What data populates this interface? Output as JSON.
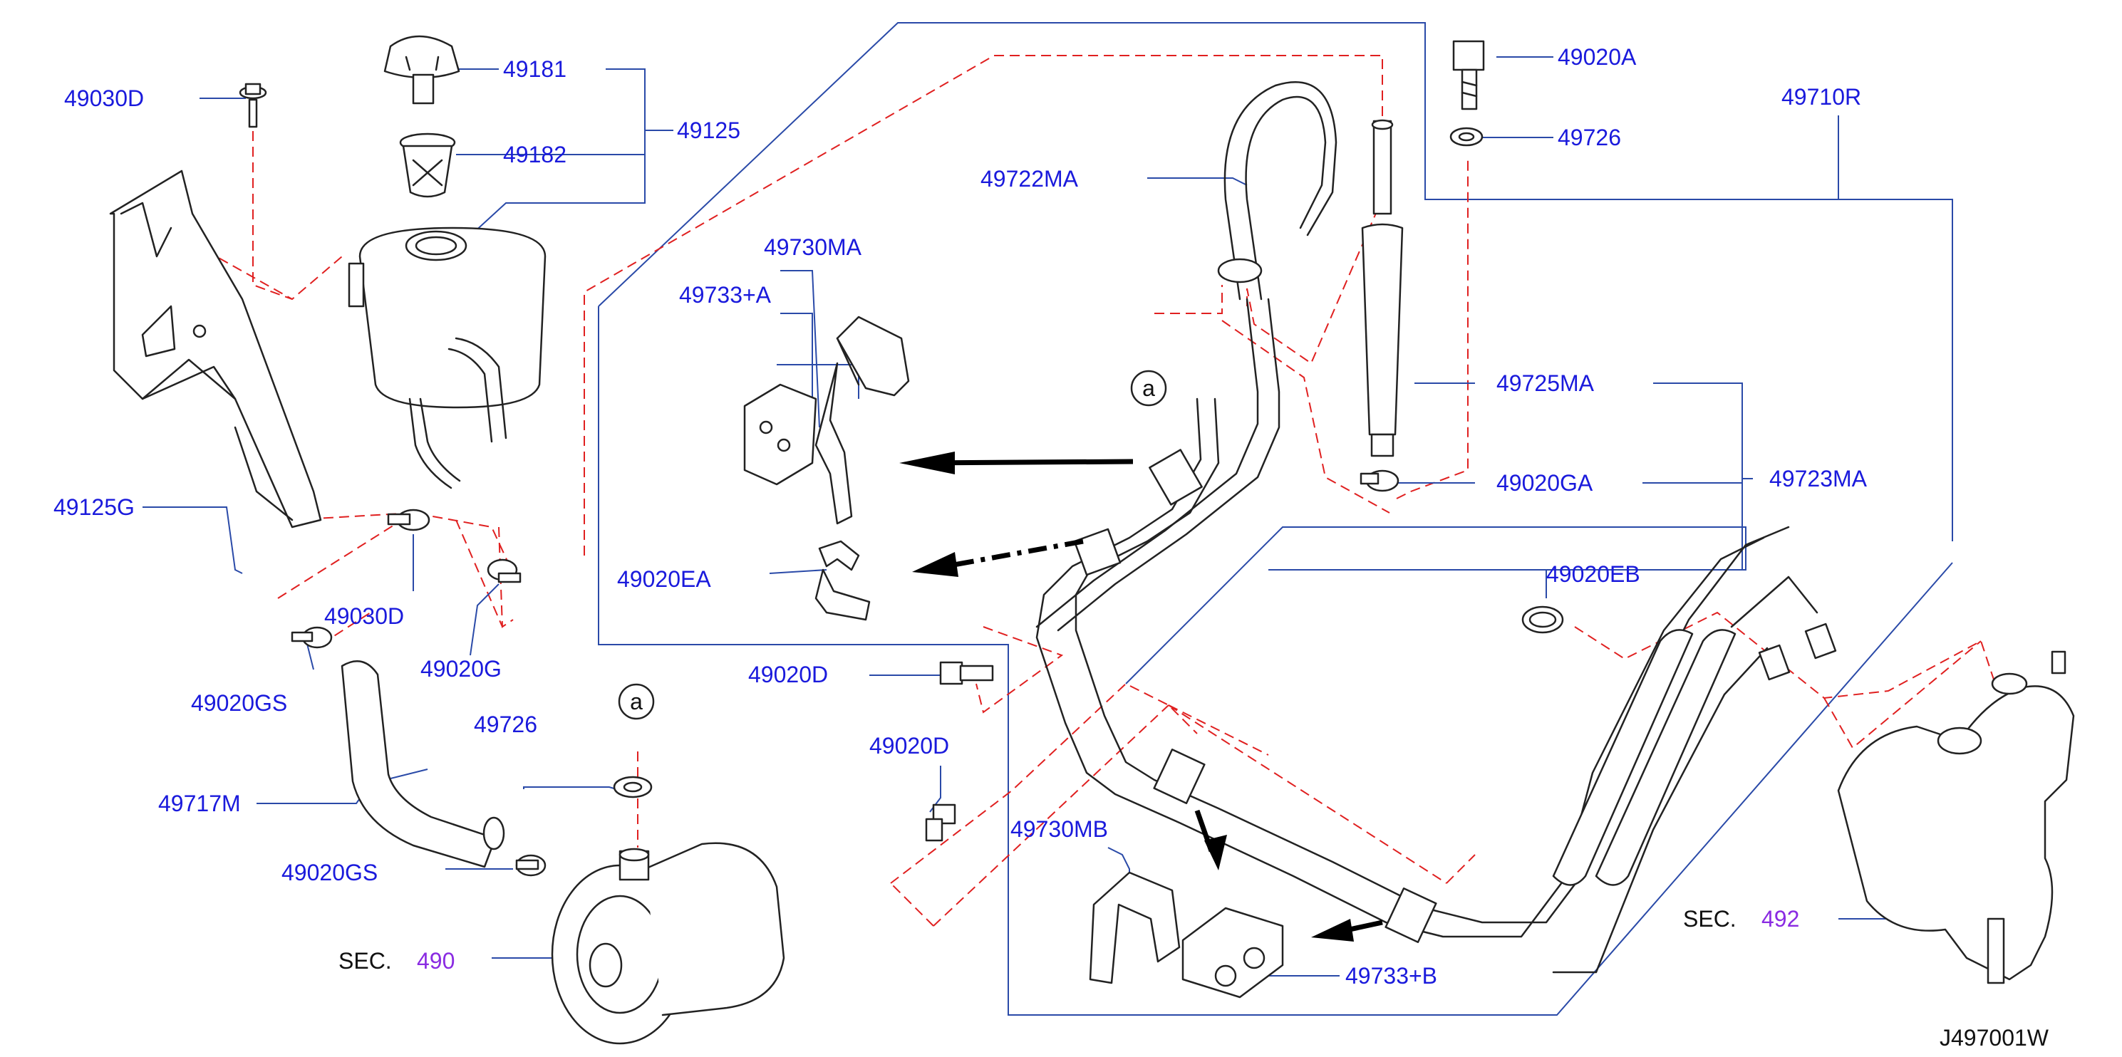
{
  "labels": {
    "l49030D_top": "49030D",
    "l49181": "49181",
    "l49182": "49182",
    "l49125": "49125",
    "l49125G": "49125G",
    "l49030D_mid": "49030D",
    "l49020G": "49020G",
    "l49020GS_top": "49020GS",
    "l49717M": "49717M",
    "l49726_bottom": "49726",
    "l49020GS_bottom": "49020GS",
    "l49020A": "49020A",
    "l49726_top": "49726",
    "l49710R": "49710R",
    "l49722MA": "49722MA",
    "l49730MA": "49730MA",
    "l49733A": "49733+A",
    "l49725MA": "49725MA",
    "l49020GA": "49020GA",
    "l49723MA": "49723MA",
    "l49020EA": "49020EA",
    "l49020EB": "49020EB",
    "l49020D_1": "49020D",
    "l49020D_2": "49020D",
    "l49730MB": "49730MB",
    "l49733B": "49733+B"
  },
  "sections": {
    "sec490": {
      "prefix": "SEC.",
      "number": "490"
    },
    "sec492": {
      "prefix": "SEC.",
      "number": "492"
    }
  },
  "refs": {
    "ref_a_top": "a",
    "ref_a_bottom": "a"
  },
  "drawing_code": "J497001W",
  "colors": {
    "label": "#1a1adc",
    "leader": "#2a4aa8",
    "dashed": "#e02020",
    "section_number": "#8a2be2"
  }
}
